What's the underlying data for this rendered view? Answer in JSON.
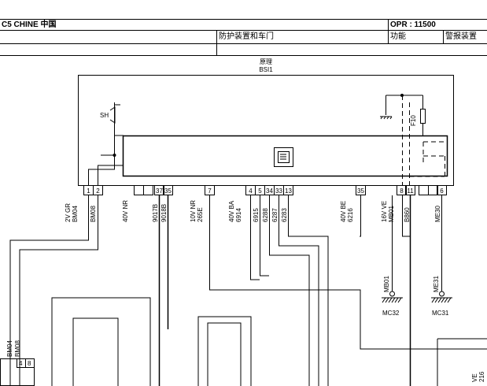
{
  "header": {
    "model": "C5 CHINE 中国",
    "opr": "OPR : 11500",
    "section": "防护装置和车门",
    "func_label": "功能",
    "func_value": "警报装置"
  },
  "diagram": {
    "title": "原理",
    "module": "BSI1",
    "sh_label": "SH",
    "fuse_label": "F10",
    "pins": [
      "1",
      "2",
      "37",
      "35",
      "7",
      "4",
      "5",
      "34",
      "33",
      "13",
      "35",
      "8",
      "11",
      "6"
    ],
    "wires": {
      "w1": [
        "2V GR",
        "BM04"
      ],
      "w2": [
        "BM08"
      ],
      "w3": [
        "40V NR"
      ],
      "w4": [
        "9017B"
      ],
      "w5": [
        "9018B"
      ],
      "w6": [
        "10V NR",
        "265E"
      ],
      "w7": [
        "40V BA",
        "6914"
      ],
      "w8": [
        "6915"
      ],
      "w9": [
        "6288"
      ],
      "w10": [
        "6287"
      ],
      "w11": [
        "6283"
      ],
      "w12": [
        "40V BE",
        "6216"
      ],
      "w13": [
        "16V VE",
        "MB01"
      ],
      "w14": [
        "B860"
      ],
      "w15": [
        "ME30"
      ]
    },
    "ground1": "MB01",
    "ground1_ref": "MC32",
    "ground2": "ME31",
    "ground2_ref": "MC31",
    "left_conn_labels": [
      "BM04",
      "BM08"
    ],
    "left_conn_pins": [
      "4",
      "8"
    ],
    "right_edge": [
      "VE",
      "216"
    ]
  }
}
